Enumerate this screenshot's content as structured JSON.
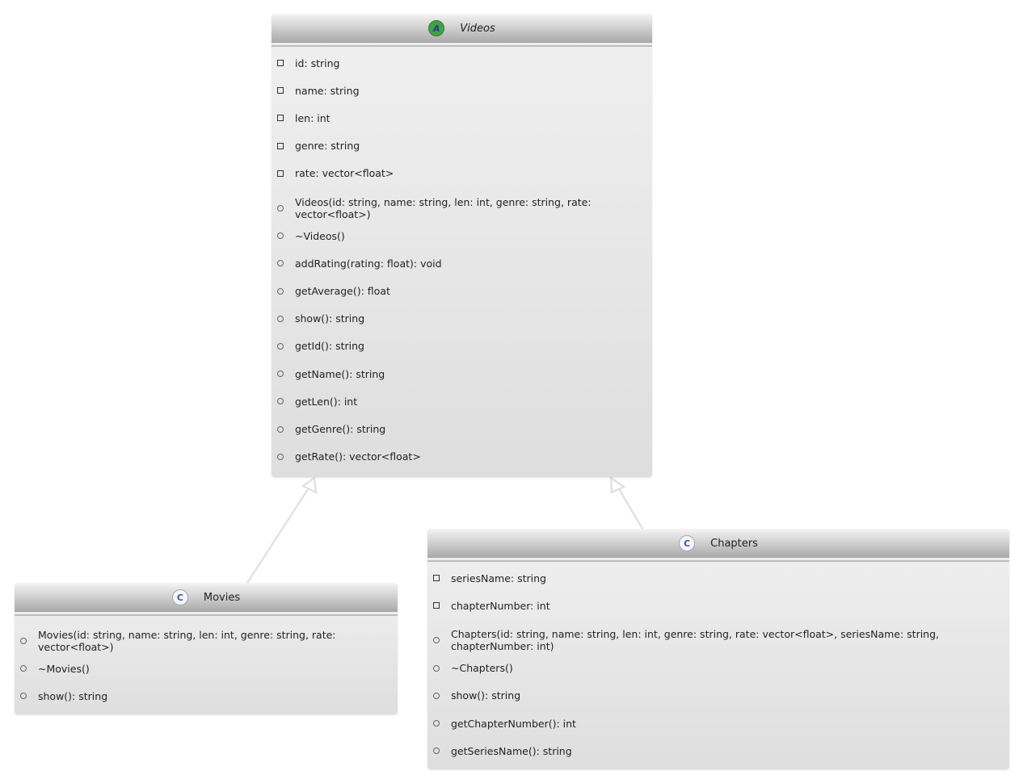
{
  "classes": {
    "videos": {
      "name": "Videos",
      "stereotype": "A",
      "abstract": true,
      "attributes": [
        "id: string",
        "name: string",
        "len: int",
        "genre: string",
        "rate: vector<float>"
      ],
      "methods": [
        "Videos(id: string, name: string, len: int, genre: string, rate: vector<float>)",
        "~Videos()",
        "addRating(rating: float): void",
        "getAverage(): float",
        "show(): string",
        "getId(): string",
        "getName(): string",
        "getLen(): int",
        "getGenre(): string",
        "getRate(): vector<float>"
      ]
    },
    "movies": {
      "name": "Movies",
      "stereotype": "C",
      "abstract": false,
      "attributes": [],
      "methods": [
        "Movies(id: string, name: string, len: int, genre: string, rate: vector<float>)",
        "~Movies()",
        "show(): string"
      ]
    },
    "chapters": {
      "name": "Chapters",
      "stereotype": "C",
      "abstract": false,
      "attributes": [
        "seriesName: string",
        "chapterNumber: int"
      ],
      "methods": [
        "Chapters(id: string, name: string, len: int, genre: string, rate: vector<float>, seriesName: string, chapterNumber: int)",
        "~Chapters()",
        "show(): string",
        "getChapterNumber(): int",
        "getSeriesName(): string"
      ]
    }
  },
  "relations": [
    {
      "from": "Movies",
      "to": "Videos",
      "type": "inheritance"
    },
    {
      "from": "Chapters",
      "to": "Videos",
      "type": "inheritance"
    }
  ],
  "colors": {
    "abstract_badge": "#43a047",
    "concrete_badge": "#f4f6fa",
    "edge": "#e0e0e0"
  }
}
